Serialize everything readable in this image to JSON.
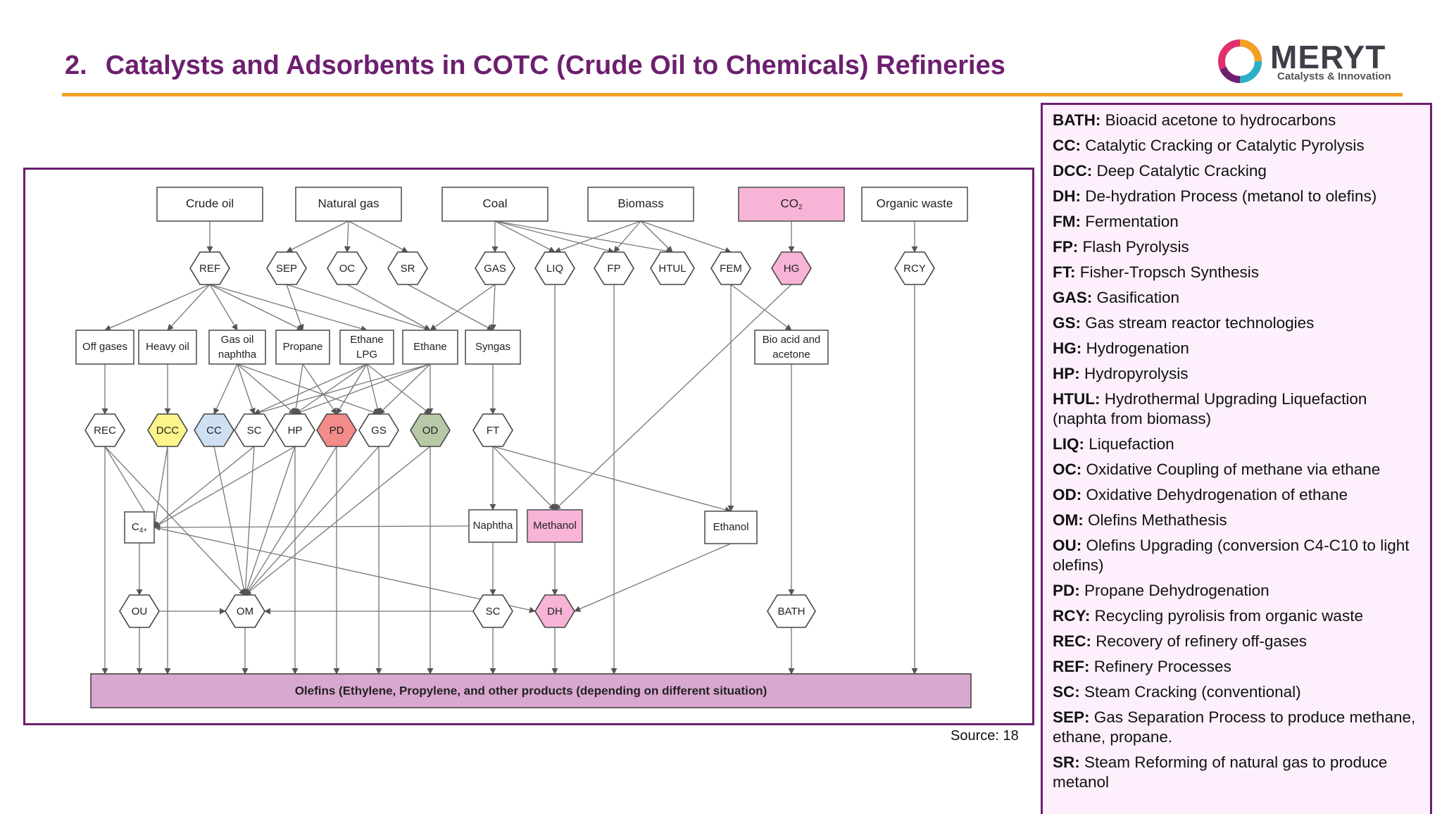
{
  "slide": {
    "number": "2.",
    "title": "Catalysts and Adsorbents in COTC (Crude Oil to Chemicals) Refineries",
    "source": "Source: 18"
  },
  "logo": {
    "name": "MERYT",
    "tagline": "Catalysts & Innovation"
  },
  "colors": {
    "title": "#6d1f6f",
    "rule": "#f2a024",
    "frame": "#6d1f6f",
    "legend_bg": "#fdf0fc",
    "output_bar": "#d9a8d0"
  },
  "diagram": {
    "feedstocks": [
      {
        "id": "crude",
        "label": "Crude oil"
      },
      {
        "id": "natgas",
        "label": "Natural gas"
      },
      {
        "id": "coal",
        "label": "Coal"
      },
      {
        "id": "biomass",
        "label": "Biomass"
      },
      {
        "id": "co2",
        "label": "CO",
        "sub": "2",
        "fill": "#f7b4d6"
      },
      {
        "id": "waste",
        "label": "Organic waste"
      }
    ],
    "hexagons": [
      {
        "id": "REF",
        "label": "REF"
      },
      {
        "id": "SEP",
        "label": "SEP"
      },
      {
        "id": "OC",
        "label": "OC"
      },
      {
        "id": "SR",
        "label": "SR"
      },
      {
        "id": "GAS",
        "label": "GAS"
      },
      {
        "id": "LIQ",
        "label": "LIQ"
      },
      {
        "id": "FP",
        "label": "FP"
      },
      {
        "id": "HTUL",
        "label": "HTUL"
      },
      {
        "id": "FEM",
        "label": "FEM"
      },
      {
        "id": "HG",
        "label": "HG",
        "fill": "#f7b4d6"
      },
      {
        "id": "RCY",
        "label": "RCY"
      },
      {
        "id": "REC",
        "label": "REC"
      },
      {
        "id": "DCC",
        "label": "DCC",
        "fill": "#fbf58b"
      },
      {
        "id": "CC",
        "label": "CC",
        "fill": "#cfe0f3"
      },
      {
        "id": "SC1",
        "label": "SC"
      },
      {
        "id": "HP",
        "label": "HP"
      },
      {
        "id": "PD",
        "label": "PD",
        "fill": "#f38b8b"
      },
      {
        "id": "GS",
        "label": "GS"
      },
      {
        "id": "OD",
        "label": "OD",
        "fill": "#b7c9a7"
      },
      {
        "id": "FT",
        "label": "FT"
      },
      {
        "id": "OU",
        "label": "OU"
      },
      {
        "id": "OM",
        "label": "OM"
      },
      {
        "id": "SC2",
        "label": "SC"
      },
      {
        "id": "DH",
        "label": "DH",
        "fill": "#f7b4d6"
      },
      {
        "id": "BATH",
        "label": "BATH"
      }
    ],
    "intermediates": [
      {
        "id": "offgas",
        "label": "Off gases"
      },
      {
        "id": "heavyoil",
        "label": "Heavy oil"
      },
      {
        "id": "gasoil",
        "label": "Gas oil",
        "label2": "naphtha"
      },
      {
        "id": "propane",
        "label": "Propane"
      },
      {
        "id": "ethanelpg",
        "label": "Ethane",
        "label2": "LPG"
      },
      {
        "id": "ethane",
        "label": "Ethane"
      },
      {
        "id": "syngas",
        "label": "Syngas"
      },
      {
        "id": "bioacid",
        "label": "Bio acid and",
        "label2": "acetone"
      },
      {
        "id": "c4",
        "label": "C",
        "sub": "4+"
      },
      {
        "id": "naphtha",
        "label": "Naphtha"
      },
      {
        "id": "methanol",
        "label": "Methanol",
        "fill": "#f7b4d6"
      },
      {
        "id": "ethanol",
        "label": "Ethanol"
      }
    ],
    "output": "Olefins (Ethylene, Propylene, and other products (depending on different situation)"
  },
  "legend": [
    {
      "abbr": "BATH:",
      "desc": "Bioacid acetone to hydrocarbons"
    },
    {
      "abbr": "CC:",
      "desc": "Catalytic Cracking or Catalytic Pyrolysis"
    },
    {
      "abbr": "DCC:",
      "desc": "Deep Catalytic Cracking"
    },
    {
      "abbr": "DH:",
      "desc": "De-hydration Process (metanol to olefins)"
    },
    {
      "abbr": "FM:",
      "desc": "Fermentation"
    },
    {
      "abbr": "FP:",
      "desc": "Flash Pyrolysis"
    },
    {
      "abbr": "FT:",
      "desc": "Fisher-Tropsch Synthesis"
    },
    {
      "abbr": "GAS:",
      "desc": "Gasification"
    },
    {
      "abbr": "GS:",
      "desc": "Gas stream reactor technologies"
    },
    {
      "abbr": "HG:",
      "desc": "Hydrogenation"
    },
    {
      "abbr": "HP:",
      "desc": "Hydropyrolysis"
    },
    {
      "abbr": "HTUL:",
      "desc": "Hydrothermal Upgrading Liquefaction (naphta from biomass)"
    },
    {
      "abbr": "LIQ:",
      "desc": "Liquefaction"
    },
    {
      "abbr": "OC:",
      "desc": "Oxidative Coupling of methane via ethane"
    },
    {
      "abbr": "OD:",
      "desc": "Oxidative Dehydrogenation of ethane"
    },
    {
      "abbr": "OM:",
      "desc": "Olefins Methathesis"
    },
    {
      "abbr": "OU:",
      "desc": "Olefins Upgrading (conversion C4-C10 to light olefins)"
    },
    {
      "abbr": "PD:",
      "desc": "Propane Dehydrogenation"
    },
    {
      "abbr": "RCY:",
      "desc": "Recycling pyrolisis from organic waste"
    },
    {
      "abbr": "REC:",
      "desc": "Recovery of refinery off-gases"
    },
    {
      "abbr": "REF:",
      "desc": "Refinery Processes"
    },
    {
      "abbr": "SC:",
      "desc": "Steam Cracking (conventional)"
    },
    {
      "abbr": "SEP:",
      "desc": "Gas Separation Process to produce methane, ethane, propane."
    },
    {
      "abbr": "SR:",
      "desc": "Steam Reforming of natural gas to produce metanol"
    }
  ]
}
